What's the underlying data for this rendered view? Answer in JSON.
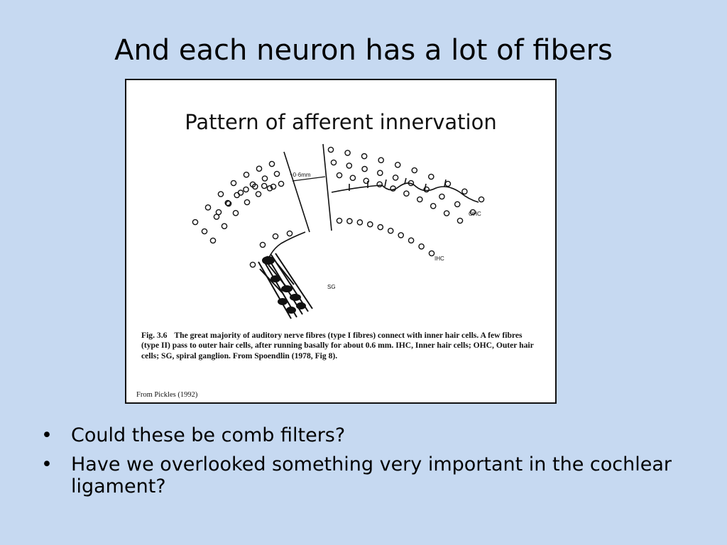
{
  "slide": {
    "title": "And each neuron has a lot of fibers"
  },
  "figure": {
    "title": "Pattern of afferent innervation",
    "labels": {
      "distance": "~0·6mm",
      "ohc": "OHC",
      "ihc": "IHC",
      "sg": "SG"
    },
    "caption": {
      "fig_label": "Fig. 3.6",
      "text": "The great majority of auditory nerve fibres (type I fibres) connect with inner hair cells. A few fibres (type II) pass to outer hair cells, after running basally for about 0.6 mm. IHC, Inner hair cells; OHC, Outer hair cells; SG, spiral ganglion. From Spoendlin (1978, Fig 8)."
    },
    "source": "From Pickles (1992)"
  },
  "bullets": [
    {
      "marker": "•",
      "text": "Could these be comb filters?"
    },
    {
      "marker": "•",
      "text": "Have we overlooked something very important in the cochlear ligament?"
    }
  ]
}
